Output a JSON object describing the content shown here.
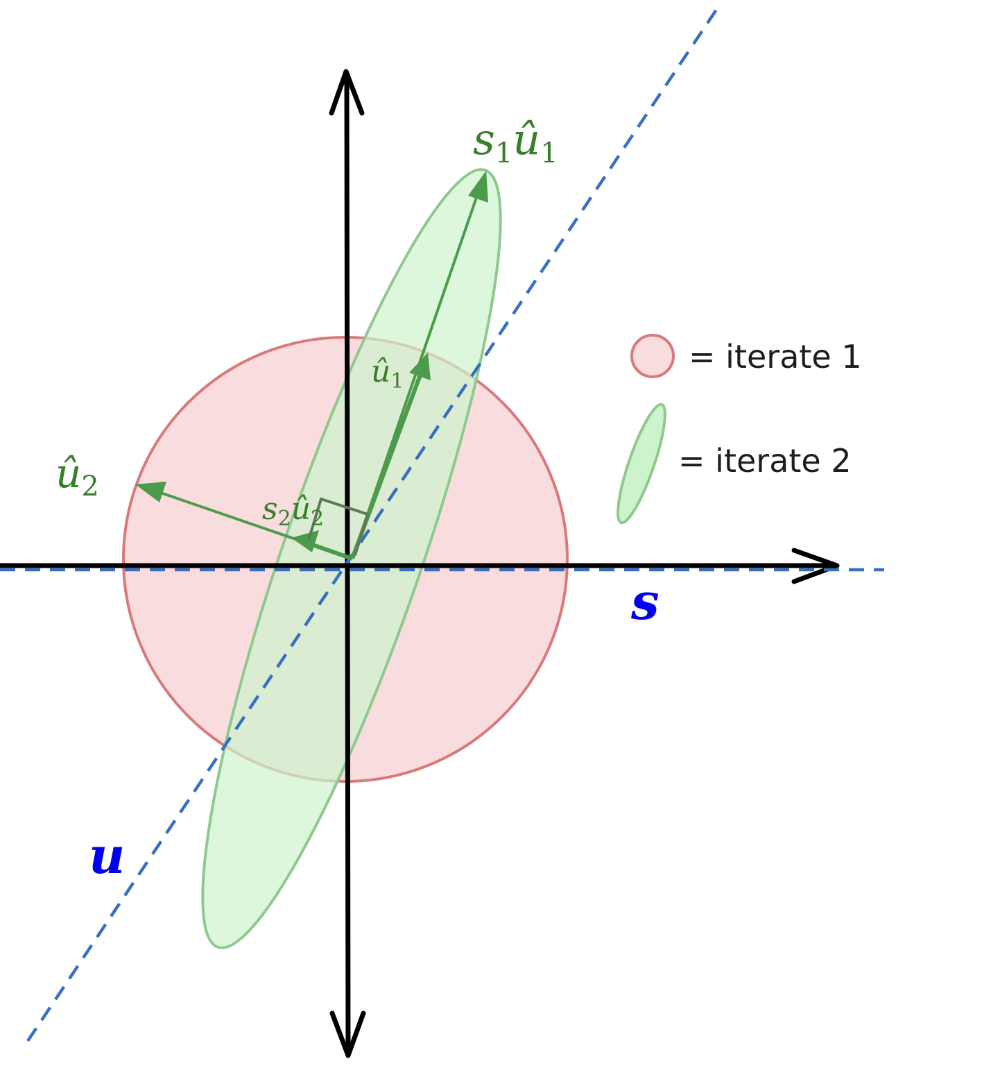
{
  "labels": {
    "s1u1": "s",
    "s1u1_sub": "1",
    "s1u1_vec": "û",
    "s1u1_vec_sub": "1",
    "u1_vec": "û",
    "u1_sub": "1",
    "u2_vec": "û",
    "u2_sub": "2",
    "s2u2": "s",
    "s2u2_sub": "2",
    "s2u2_vec": "û",
    "s2u2_vec_sub": "2",
    "s_axis": "s",
    "u_axis": "u"
  },
  "legend": {
    "item1": "= iterate 1",
    "item2": "= iterate 2"
  },
  "colors": {
    "axis": "#000000",
    "dashed": "#3a6fc0",
    "circle_fill": "#f9dcdd",
    "circle_stroke": "#d97a7a",
    "ellipse_fill": "#cdf3cd",
    "ellipse_stroke": "#8fc98f",
    "vector": "#4c9a4c",
    "label_green": "#3a7d2a",
    "label_blue": "#0000ee"
  }
}
